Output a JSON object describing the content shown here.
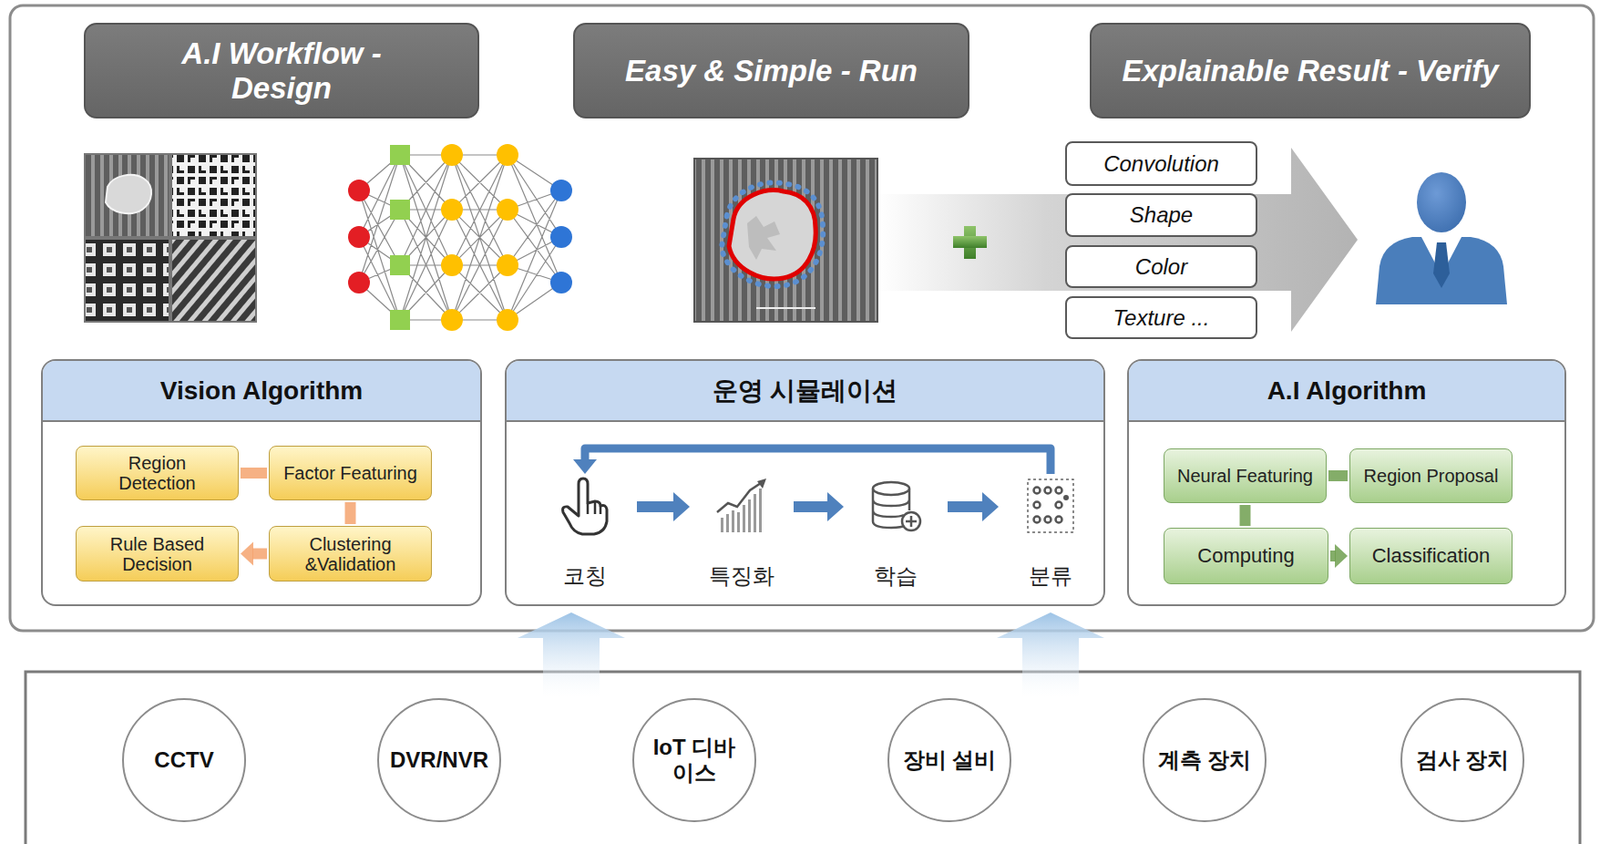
{
  "diagram": {
    "nodes": [
      {
        "text": [
          "A.I Workflow - Design"
        ]
      },
      {
        "text": [
          "Easy & Simple - Run"
        ]
      },
      {
        "text": [
          "Explainable Result - Verify"
        ]
      },
      {
        "text": [
          "Convolution"
        ]
      },
      {
        "text": [
          "Shape"
        ]
      },
      {
        "text": [
          "Color"
        ]
      },
      {
        "text": [
          "Texture ..."
        ]
      },
      {
        "text": [
          "Vision Algorithm"
        ]
      },
      {
        "text": [
          "Region Detection"
        ],
        "in": 7
      },
      {
        "text": [
          "Factor Featuring"
        ],
        "in": 7
      },
      {
        "text": [
          "Rule Based Decision"
        ],
        "in": 7
      },
      {
        "text": [
          "Clustering &Validation"
        ],
        "in": 7
      },
      {
        "text": [
          "운영 시뮬레이션"
        ]
      },
      {
        "text": [
          "코칭"
        ],
        "in": 12
      },
      {
        "text": [
          "특징화"
        ],
        "in": 12
      },
      {
        "text": [
          "학습"
        ],
        "in": 12
      },
      {
        "text": [
          "분류"
        ],
        "in": 12
      },
      {
        "text": [
          "A.I Algorithm"
        ]
      },
      {
        "text": [
          "Neural Featuring"
        ],
        "in": 17
      },
      {
        "text": [
          "Region Proposal"
        ],
        "in": 17
      },
      {
        "text": [
          "Computing"
        ],
        "in": 17
      },
      {
        "text": [
          "Classification"
        ],
        "in": 17
      },
      {
        "text": [
          "CCTV"
        ]
      },
      {
        "text": [
          "DVR/NVR"
        ]
      },
      {
        "text": [
          "IoT 디바이스"
        ]
      },
      {
        "text": [
          "장비 설비"
        ]
      },
      {
        "text": [
          "계측 장치"
        ]
      },
      {
        "text": [
          "검사 장치"
        ]
      }
    ],
    "edges": [
      {
        "from": 8,
        "to": 9,
        "arrow": "none"
      },
      {
        "from": 9,
        "to": 11,
        "arrow": "none"
      },
      {
        "from": 11,
        "to": 10,
        "arrow": "to"
      },
      {
        "from": 13,
        "to": 14,
        "arrow": "to"
      },
      {
        "from": 14,
        "to": 15,
        "arrow": "to"
      },
      {
        "from": 15,
        "to": 16,
        "arrow": "to"
      },
      {
        "from": 16,
        "to": 13,
        "arrow": "to"
      },
      {
        "from": 19,
        "to": 18,
        "arrow": "none"
      },
      {
        "from": 18,
        "to": 20,
        "arrow": "none"
      },
      {
        "from": 20,
        "to": 21,
        "arrow": "to"
      }
    ]
  }
}
